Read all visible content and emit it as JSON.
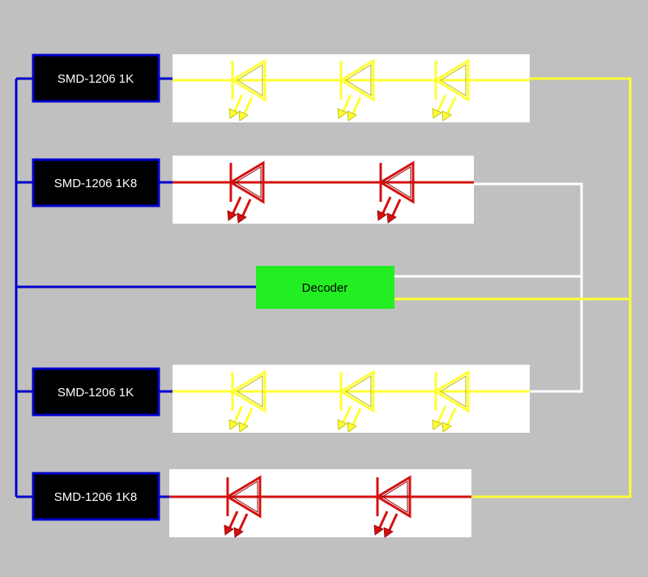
{
  "colors": {
    "background": "#c0c0c0",
    "bus": "#0000cc",
    "yellow_wire": "#ffff33",
    "red_wire": "#d41010",
    "white_wire": "#ffffff",
    "resistor_fill": "#000000",
    "resistor_border": "#0000cc",
    "resistor_text": "#ffffff",
    "decoder_fill": "#22ee22",
    "decoder_text": "#000000",
    "panel": "#ffffff"
  },
  "resistors": [
    {
      "label": "SMD-1206 1K",
      "row_color": "yellow",
      "led_count": 3
    },
    {
      "label": "SMD-1206 1K8",
      "row_color": "red",
      "led_count": 2
    },
    {
      "label": "SMD-1206 1K",
      "row_color": "yellow",
      "led_count": 3
    },
    {
      "label": "SMD-1206 1K8",
      "row_color": "red",
      "led_count": 2
    }
  ],
  "decoder": {
    "label": "Decoder"
  },
  "icons": {
    "led": "led-diode-icon"
  }
}
